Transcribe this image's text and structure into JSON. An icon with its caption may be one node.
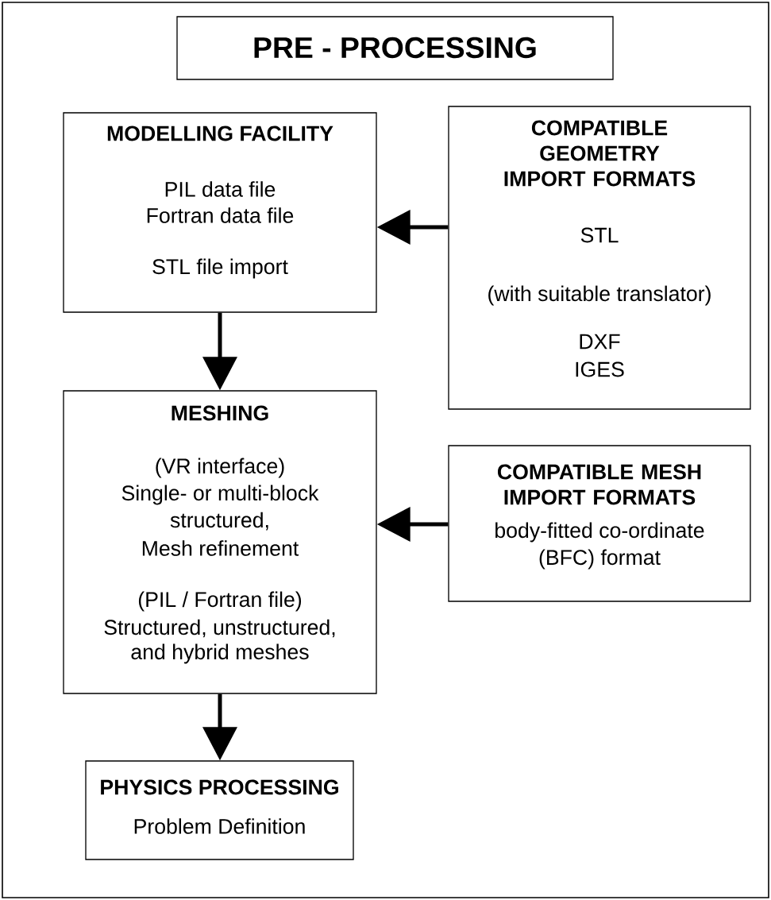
{
  "diagram": {
    "nodes": [
      {
        "text": [
          "PRE - PROCESSING"
        ]
      },
      {
        "text": [
          "MODELLING FACILITY",
          "PIL data file",
          "Fortran data file",
          "STL file import"
        ]
      },
      {
        "text": [
          "COMPATIBLE GEOMETRY IMPORT FORMATS",
          "STL",
          "(with suitable translator)",
          "DXF",
          "IGES"
        ]
      },
      {
        "text": [
          "MESHING",
          "(VR interface)",
          "Single- or multi-block",
          "structured,",
          "Mesh refinement",
          "(PIL / Fortran file)",
          "Structured, unstructured,",
          "and hybrid meshes"
        ]
      },
      {
        "text": [
          "COMPATIBLE MESH IMPORT FORMATS",
          "body-fitted co-ordinate",
          "(BFC) format"
        ]
      },
      {
        "text": [
          "PHYSICS PROCESSING",
          "Problem Definition"
        ]
      }
    ],
    "edges": [
      {
        "from": 2,
        "to": 1,
        "arrow": "to"
      },
      {
        "from": 1,
        "to": 3,
        "arrow": "to"
      },
      {
        "from": 4,
        "to": 3,
        "arrow": "to"
      },
      {
        "from": 3,
        "to": 5,
        "arrow": "to"
      }
    ]
  }
}
